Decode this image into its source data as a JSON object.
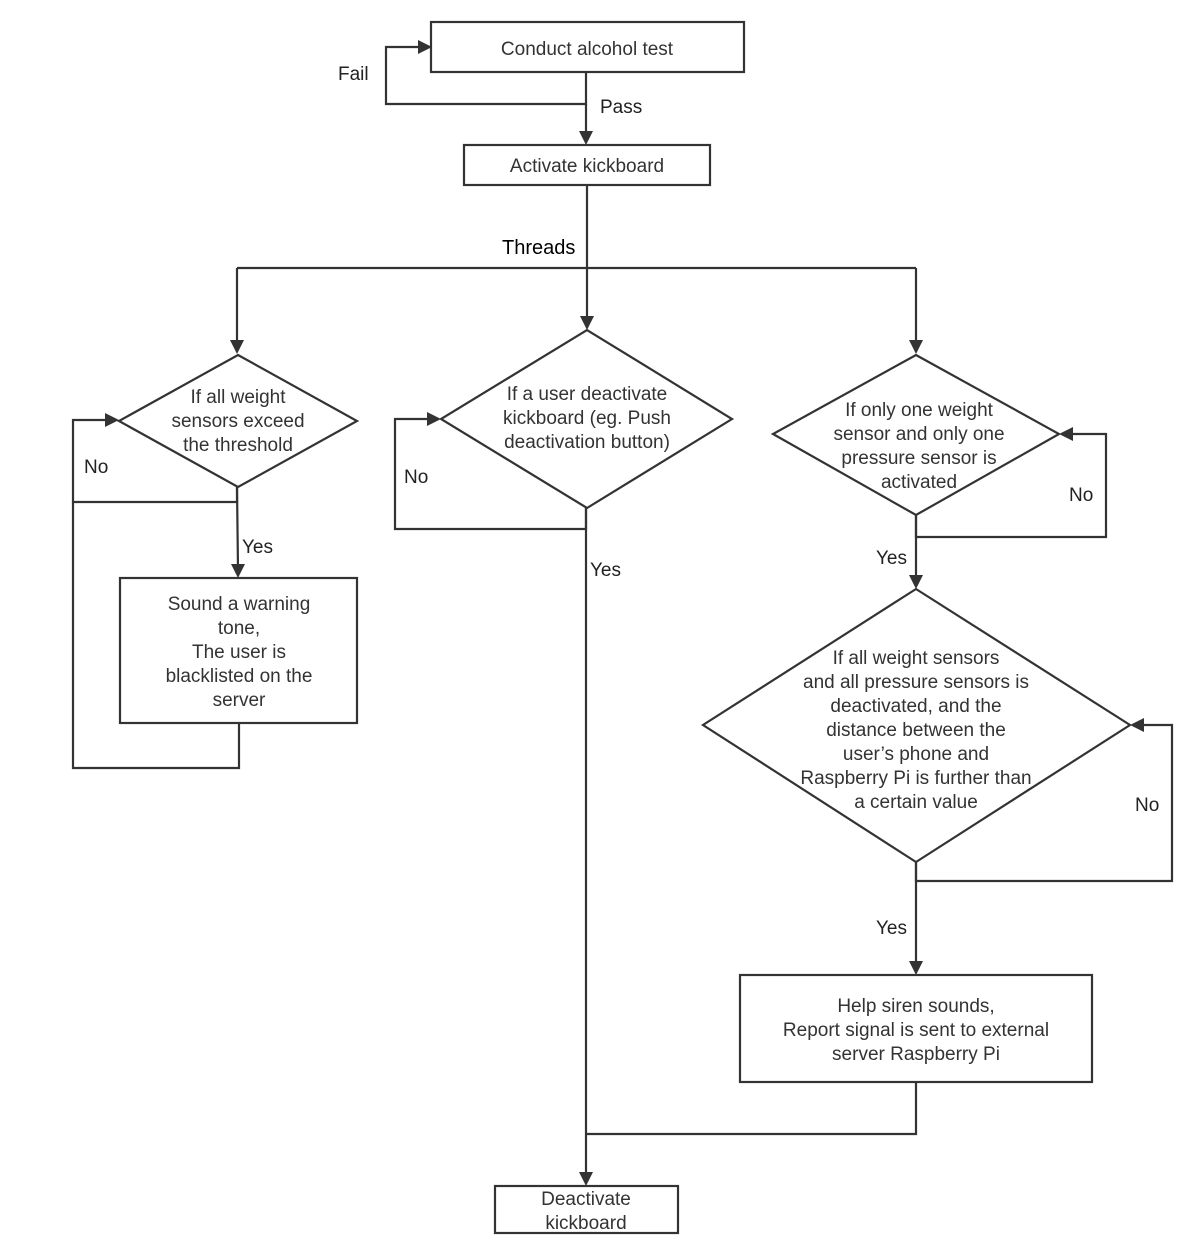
{
  "nodes": {
    "conduct_test": {
      "lines": [
        "Conduct alcohol test"
      ]
    },
    "activate": {
      "lines": [
        "Activate kickboard"
      ]
    },
    "weight_exceed": {
      "lines": [
        "If all weight",
        "sensors exceed",
        "the threshold"
      ]
    },
    "user_deactivate": {
      "lines": [
        "If a user deactivate",
        "kickboard (eg. Push",
        "deactivation button)"
      ]
    },
    "one_sensor": {
      "lines": [
        "If only one weight",
        "sensor and only one",
        "pressure sensor is",
        "activated"
      ]
    },
    "warning": {
      "lines": [
        "Sound a warning",
        "tone,",
        "The user is",
        "blacklisted on the",
        "server"
      ]
    },
    "all_deactivated": {
      "lines": [
        "If all weight sensors",
        "and all pressure sensors is",
        "deactivated, and the",
        "distance between the",
        "user’s phone and",
        "Raspberry Pi is further than",
        "a certain value"
      ]
    },
    "siren": {
      "lines": [
        "Help siren sounds,",
        "Report signal is sent to external",
        "server Raspberry Pi"
      ]
    },
    "deactivate": {
      "lines": [
        "Deactivate",
        "kickboard"
      ]
    }
  },
  "edge_labels": {
    "fail": "Fail",
    "pass": "Pass",
    "threads": "Threads",
    "no_left": "No",
    "yes_left": "Yes",
    "no_middle": "No",
    "yes_middle": "Yes",
    "no_right_top": "No",
    "yes_right_top": "Yes",
    "no_right_bottom": "No",
    "yes_right_bottom": "Yes"
  }
}
